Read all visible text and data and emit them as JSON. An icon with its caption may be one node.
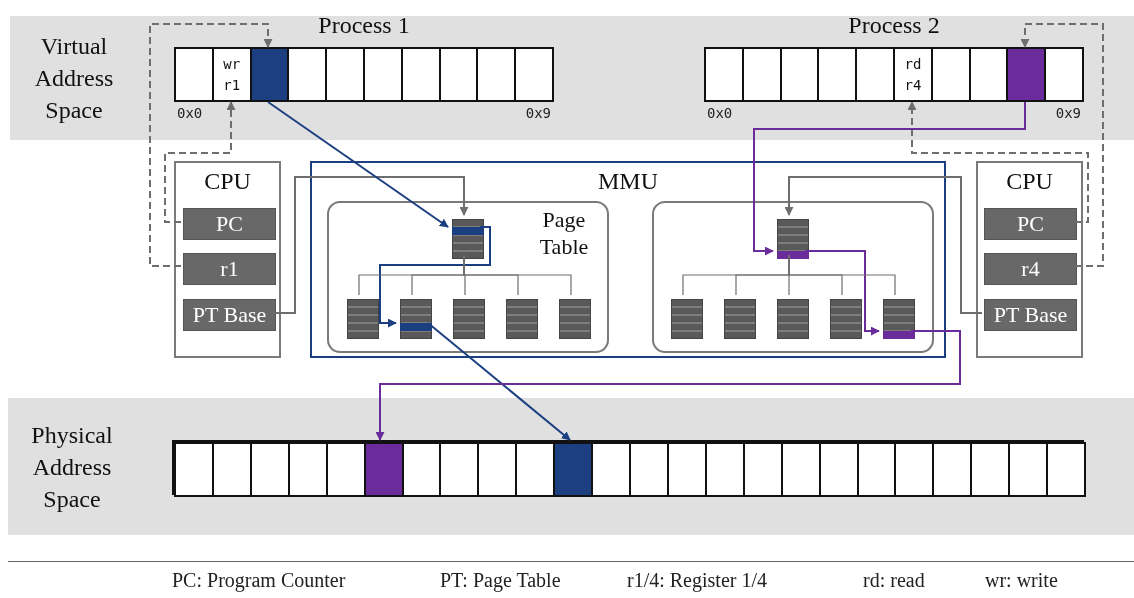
{
  "diagram": {
    "nodes": [
      {
        "text": [
          "Virtual Address Space"
        ]
      },
      {
        "text": [
          "Process 1"
        ],
        "in": 0,
        "beside": [
          "0x0",
          "0x9"
        ]
      },
      {
        "text": [],
        "shape": "box",
        "in": 1
      },
      {
        "text": [
          "wr r1"
        ],
        "in": 1
      },
      {
        "text": [],
        "shape": "box",
        "in": 1
      },
      {
        "text": [],
        "shape": "box",
        "in": 1
      },
      {
        "text": [],
        "shape": "box",
        "in": 1
      },
      {
        "text": [],
        "shape": "box",
        "in": 1
      },
      {
        "text": [],
        "shape": "box",
        "in": 1
      },
      {
        "text": [],
        "shape": "box",
        "in": 1
      },
      {
        "text": [],
        "shape": "box",
        "in": 1
      },
      {
        "text": [],
        "shape": "box",
        "in": 1
      },
      {
        "text": [
          "Process 2"
        ],
        "in": 0,
        "beside": [
          "0x0",
          "0x9"
        ]
      },
      {
        "text": [],
        "shape": "box",
        "in": 12
      },
      {
        "text": [],
        "shape": "box",
        "in": 12
      },
      {
        "text": [],
        "shape": "box",
        "in": 12
      },
      {
        "text": [],
        "shape": "box",
        "in": 12
      },
      {
        "text": [],
        "shape": "box",
        "in": 12
      },
      {
        "text": [
          "rd r4"
        ],
        "in": 12
      },
      {
        "text": [],
        "shape": "box",
        "in": 12
      },
      {
        "text": [],
        "shape": "box",
        "in": 12
      },
      {
        "text": [],
        "shape": "box",
        "in": 12
      },
      {
        "text": [],
        "shape": "box",
        "in": 12
      },
      {
        "text": [
          "CPU"
        ]
      },
      {
        "text": [
          "PC"
        ],
        "in": 23
      },
      {
        "text": [
          "r1"
        ],
        "in": 23
      },
      {
        "text": [
          "PT Base"
        ],
        "in": 23
      },
      {
        "text": [
          "MMU"
        ]
      },
      {
        "text": [
          "Page Table"
        ],
        "in": 27
      },
      {
        "text": [],
        "shape": "table",
        "in": 28
      },
      {
        "text": [],
        "shape": "table",
        "in": 28
      },
      {
        "text": [],
        "shape": "table",
        "in": 28
      },
      {
        "text": [],
        "shape": "table",
        "in": 28
      },
      {
        "text": [],
        "shape": "table",
        "in": 28
      },
      {
        "text": [],
        "shape": "table",
        "in": 28
      },
      {
        "text": [],
        "shape": "box",
        "in": 27
      },
      {
        "text": [],
        "shape": "table",
        "in": 35
      },
      {
        "text": [],
        "shape": "table",
        "in": 35
      },
      {
        "text": [],
        "shape": "table",
        "in": 35
      },
      {
        "text": [],
        "shape": "table",
        "in": 35
      },
      {
        "text": [],
        "shape": "table",
        "in": 35
      },
      {
        "text": [],
        "shape": "table",
        "in": 35
      },
      {
        "text": [
          "CPU"
        ]
      },
      {
        "text": [
          "PC"
        ],
        "in": 42
      },
      {
        "text": [
          "r4"
        ],
        "in": 42
      },
      {
        "text": [
          "PT Base"
        ],
        "in": 42
      },
      {
        "text": [
          "Physical Address Space"
        ]
      },
      {
        "text": [],
        "shape": "bar",
        "in": 46
      },
      {
        "text": [],
        "shape": "box",
        "in": 47
      },
      {
        "text": [],
        "shape": "box",
        "in": 47
      },
      {
        "text": [],
        "shape": "box",
        "in": 47
      },
      {
        "text": [],
        "shape": "box",
        "in": 47
      },
      {
        "text": [],
        "shape": "box",
        "in": 47
      },
      {
        "text": [],
        "shape": "box",
        "in": 47
      },
      {
        "text": [],
        "shape": "box",
        "in": 47
      },
      {
        "text": [],
        "shape": "box",
        "in": 47
      },
      {
        "text": [],
        "shape": "box",
        "in": 47
      },
      {
        "text": [],
        "shape": "box",
        "in": 47
      },
      {
        "text": [],
        "shape": "box",
        "in": 47
      },
      {
        "text": [],
        "shape": "box",
        "in": 47
      },
      {
        "text": [],
        "shape": "box",
        "in": 47
      },
      {
        "text": [],
        "shape": "box",
        "in": 47
      },
      {
        "text": [],
        "shape": "box",
        "in": 47
      },
      {
        "text": [],
        "shape": "box",
        "in": 47
      },
      {
        "text": [],
        "shape": "box",
        "in": 47
      },
      {
        "text": [],
        "shape": "box",
        "in": 47
      },
      {
        "text": [],
        "shape": "box",
        "in": 47
      },
      {
        "text": [],
        "shape": "box",
        "in": 47
      },
      {
        "text": [],
        "shape": "box",
        "in": 47
      },
      {
        "text": [],
        "shape": "box",
        "in": 47
      },
      {
        "text": [],
        "shape": "box",
        "in": 47
      },
      {
        "text": [],
        "shape": "box",
        "in": 47
      }
    ],
    "edges": [
      {
        "from": 24,
        "to": 3,
        "arrow": "to",
        "style": "dashed"
      },
      {
        "from": 25,
        "to": 4,
        "arrow": "to",
        "style": "dashed"
      },
      {
        "from": 26,
        "to": 29,
        "arrow": "to"
      },
      {
        "from": 4,
        "to": 29,
        "arrow": "to",
        "color": "#1b3f80"
      },
      {
        "from": 29,
        "to": 31,
        "arrow": "to",
        "color": "#1b3f80"
      },
      {
        "from": 31,
        "to": 58,
        "arrow": "to",
        "color": "#1b3f80"
      },
      {
        "from": 29,
        "to": 30,
        "arrow": "none"
      },
      {
        "from": 29,
        "to": 31,
        "arrow": "none"
      },
      {
        "from": 29,
        "to": 32,
        "arrow": "none"
      },
      {
        "from": 29,
        "to": 33,
        "arrow": "none"
      },
      {
        "from": 29,
        "to": 34,
        "arrow": "none"
      },
      {
        "from": 45,
        "to": 36,
        "arrow": "to"
      },
      {
        "from": 43,
        "to": 18,
        "arrow": "to",
        "style": "dashed"
      },
      {
        "from": 44,
        "to": 21,
        "arrow": "to",
        "style": "dashed"
      },
      {
        "from": 21,
        "to": 36,
        "arrow": "to",
        "color": "#6a2c9b"
      },
      {
        "from": 36,
        "to": 41,
        "arrow": "to",
        "color": "#6a2c9b"
      },
      {
        "from": 41,
        "to": 53,
        "arrow": "to",
        "color": "#6a2c9b"
      },
      {
        "from": 36,
        "to": 37,
        "arrow": "none"
      },
      {
        "from": 36,
        "to": 38,
        "arrow": "none"
      },
      {
        "from": 36,
        "to": 39,
        "arrow": "none"
      },
      {
        "from": 36,
        "to": 40,
        "arrow": "none"
      },
      {
        "from": 36,
        "to": 41,
        "arrow": "none"
      }
    ],
    "labels": [
      "PC: Program Counter",
      "PT: Page Table",
      "r1/4: Register 1/4",
      "rd: read",
      "wr: write"
    ]
  }
}
